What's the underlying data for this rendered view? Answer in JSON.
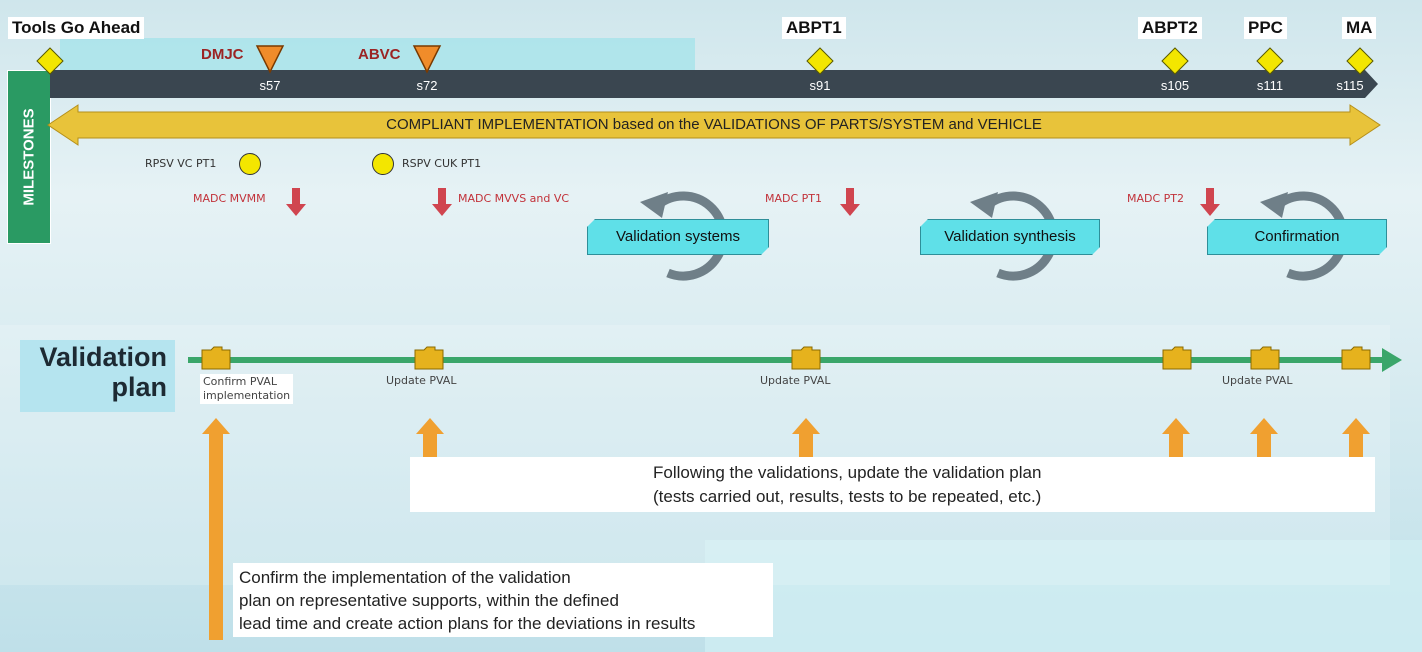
{
  "milestones_title": "MILESTONES",
  "milestones": [
    {
      "key": "tga",
      "label": "Tools Go Ahead"
    },
    {
      "key": "abpt1",
      "label": "ABPT1"
    },
    {
      "key": "abpt2",
      "label": "ABPT2"
    },
    {
      "key": "ppc",
      "label": "PPC"
    },
    {
      "key": "ma",
      "label": "MA"
    }
  ],
  "warning_milestones": [
    {
      "key": "dmjc",
      "label": "DMJC"
    },
    {
      "key": "abvc",
      "label": "ABVC"
    }
  ],
  "week_ticks": [
    "s57",
    "s72",
    "s91",
    "s105",
    "s111",
    "s115"
  ],
  "banner_text": "COMPLIANT IMPLEMENTATION based on the VALIDATIONS OF PARTS/SYSTEM and VEHICLE",
  "rpsv": [
    {
      "label": "RPSV VC PT1"
    },
    {
      "label": "RSPV CUK PT1"
    }
  ],
  "madc": [
    {
      "label": "MADC MVMM"
    },
    {
      "label": "MADC MVVS and VC"
    },
    {
      "label": "MADC PT1"
    },
    {
      "label": "MADC PT2"
    }
  ],
  "phases": [
    {
      "label": "Validation systems"
    },
    {
      "label": "Validation synthesis"
    },
    {
      "label": "Confirmation"
    }
  ],
  "validation_plan": {
    "title_line1": "Validation",
    "title_line2": "plan",
    "steps": [
      {
        "line1": "Confirm PVAL",
        "line2": "implementation"
      },
      {
        "line1": "Update PVAL"
      },
      {
        "line1": "Update PVAL"
      },
      {
        "line1": "Update PVAL"
      }
    ]
  },
  "notes": {
    "update_line1": "Following the validations, update the validation plan",
    "update_line2": "(tests carried out, results, tests to be repeated, etc.)",
    "confirm_line1": "Confirm the implementation of the validation",
    "confirm_line2": "plan on representative supports, within the defined",
    "confirm_line3": "lead time and create action plans for the deviations in results"
  },
  "colors": {
    "timeline_bar": "#3a4650",
    "milestone_diamond": "#f3e600",
    "warning_triangle": "#f08c2a",
    "banner": "#e8c33a",
    "madc_arrow": "#d0454f",
    "phase_box": "#5fe0e8",
    "plan_line": "#3aa66a",
    "folder": "#e6b21d",
    "up_arrow": "#f0a030",
    "milestones_tag": "#2a9a63"
  }
}
